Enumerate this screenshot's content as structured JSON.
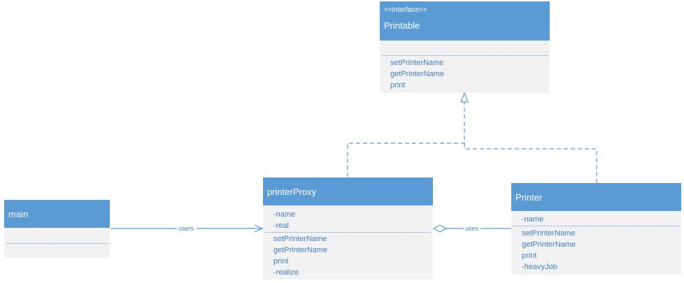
{
  "printable": {
    "stereotype": "<<interface>>",
    "name": "Printable",
    "attributes": [],
    "operations": [
      "setPrinterName",
      "getPrinterName",
      "print"
    ]
  },
  "main_class": {
    "name": "main",
    "attributes": [],
    "operations": []
  },
  "printer_proxy": {
    "name": "printerProxy",
    "attributes": [
      "-name",
      "-real"
    ],
    "operations": [
      "setPrinterName",
      "getPrinterName",
      "print",
      "-realize"
    ]
  },
  "printer": {
    "name": "Printer",
    "attributes": [
      "-name"
    ],
    "operations": [
      "setPrinterName",
      "getPrinterName",
      "print",
      "-heavyJob"
    ]
  },
  "connectors": {
    "main_to_proxy": "users",
    "proxy_to_printer": "uses"
  },
  "colors": {
    "header": "#5b9bd5",
    "body": "#f2f2f2",
    "text": "#3e7fc1"
  }
}
